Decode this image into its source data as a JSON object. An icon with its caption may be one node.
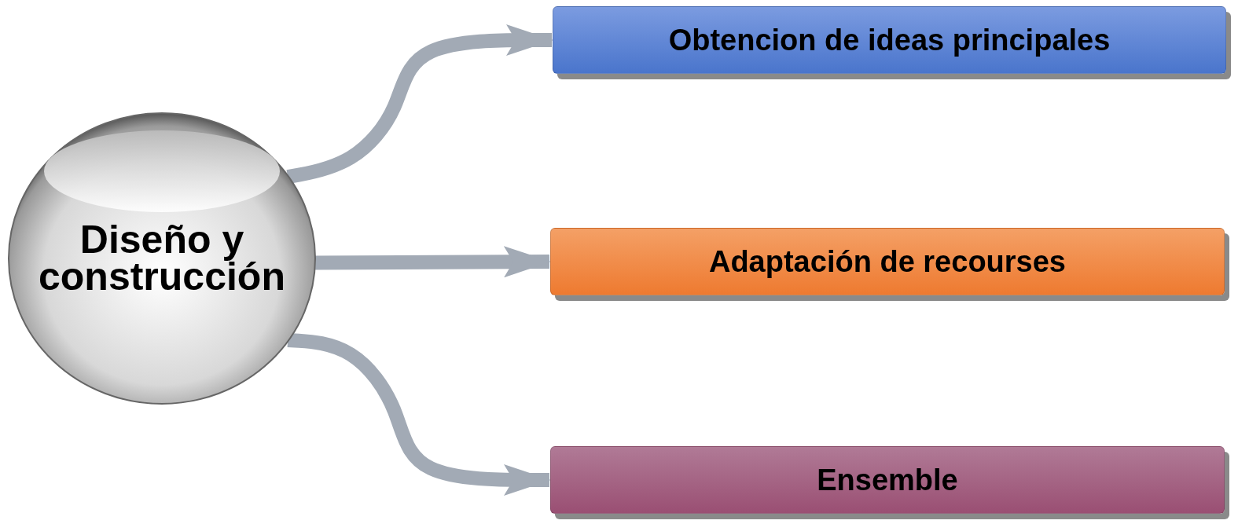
{
  "diagram": {
    "nodes": [
      {
        "text": [
          "Diseño y construcción"
        ]
      },
      {
        "text": [
          "Obtencion de ideas principales"
        ]
      },
      {
        "text": [
          "Adaptación de recourses"
        ]
      },
      {
        "text": [
          "Ensemble"
        ]
      }
    ],
    "edges": [
      {
        "from": 0,
        "to": 1,
        "arrow": "to"
      },
      {
        "from": 0,
        "to": 2,
        "arrow": "to"
      },
      {
        "from": 0,
        "to": 3,
        "arrow": "to"
      }
    ]
  }
}
